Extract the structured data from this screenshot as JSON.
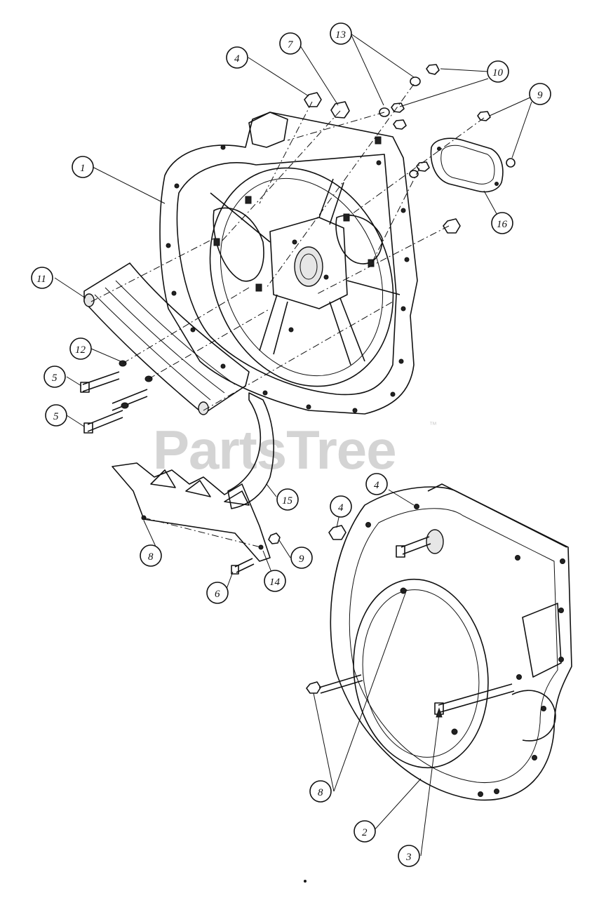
{
  "watermark": {
    "text": "PartsTree",
    "trademark": "™"
  },
  "callouts": [
    "1",
    "2",
    "3",
    "4",
    "4",
    "4",
    "5",
    "5",
    "6",
    "7",
    "8",
    "8",
    "9",
    "9",
    "10",
    "11",
    "12",
    "13",
    "14",
    "15",
    "16"
  ]
}
